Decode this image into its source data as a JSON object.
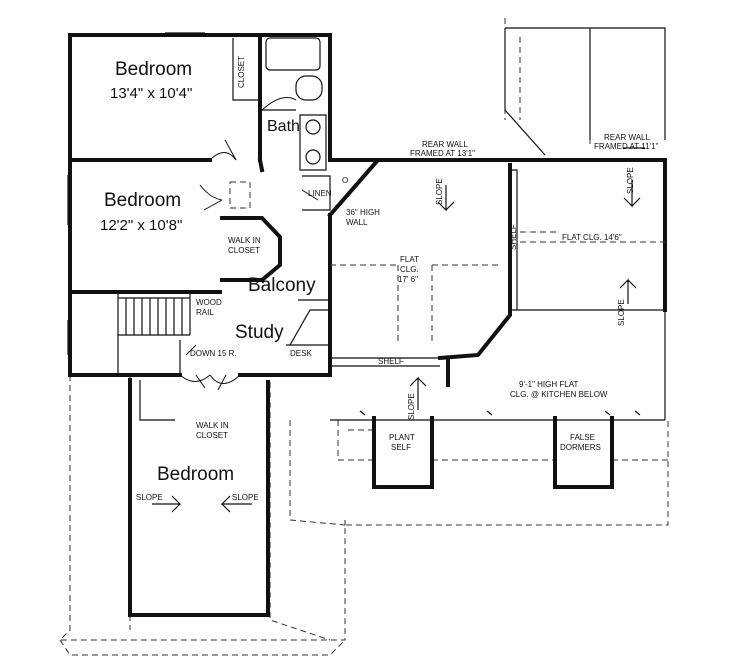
{
  "labels": {
    "bedroom1_name": "Bedroom",
    "bedroom1_dim": "13'4\" x 10'4\"",
    "bedroom2_name": "Bedroom",
    "bedroom2_dim": "12'2\" x 10'8\"",
    "bedroom3_name": "Bedroom",
    "bath": "Bath",
    "closet": "CLOSET",
    "linen": "LINEN",
    "linen_o": "O",
    "balcony": "Balcony",
    "study": "Study",
    "walkin1_a": "WALK IN",
    "walkin1_b": "CLOSET",
    "walkin2_a": "WALK IN",
    "walkin2_b": "CLOSET",
    "wood_rail_a": "WOOD",
    "wood_rail_b": "RAIL",
    "down": "DOWN 15 R.",
    "desk": "DESK",
    "high_wall_a": "36\" HIGH",
    "high_wall_b": "WALL",
    "rear_wall1_a": "REAR WALL",
    "rear_wall1_b": "FRAMED AT 13'1\"",
    "rear_wall2_a": "REAR WALL",
    "rear_wall2_b": "FRAMED AT 11'1\"",
    "flat_clg_a": "FLAT",
    "flat_clg_b": "CLG.",
    "flat_clg_c": "17' 6\"",
    "flat_clg_right": "FLAT CLG. 14'6\"",
    "shelf_vertical": "SHELF",
    "shelf_horizontal": "SHELF",
    "slope": "SLOPE",
    "kitchen_a": "9'-1\" HIGH FLAT",
    "kitchen_b": "CLG. @ KITCHEN BELOW",
    "plant_a": "PLANT",
    "plant_b": "SELF",
    "false_a": "FALSE",
    "false_b": "DORMERS"
  }
}
